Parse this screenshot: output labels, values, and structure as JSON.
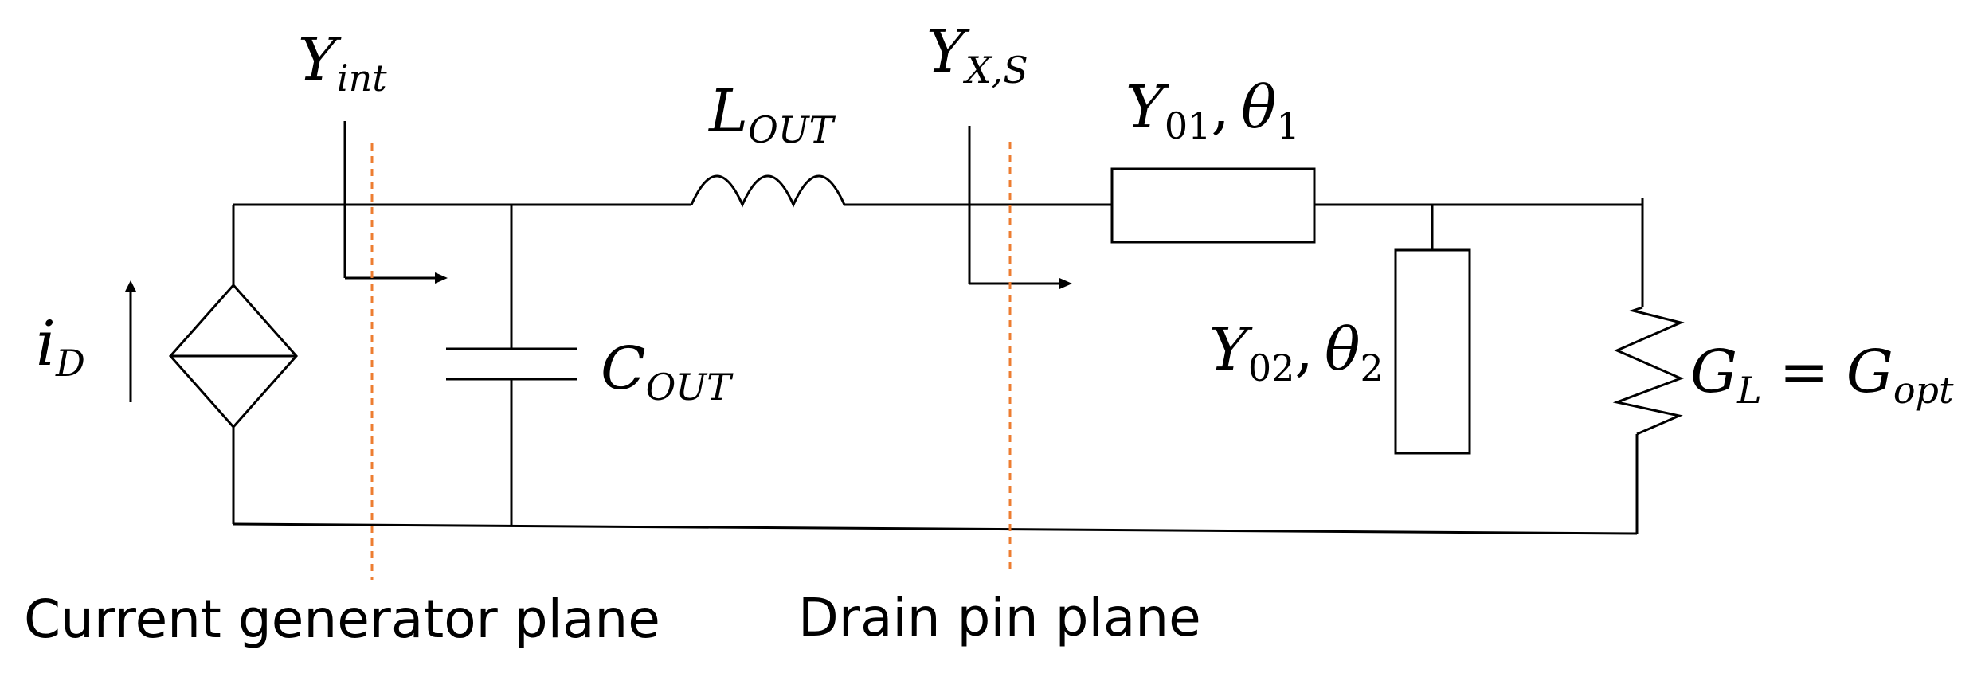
{
  "labels": {
    "y_int_main": "Y",
    "y_int_sub": "int",
    "l_out_main": "L",
    "l_out_sub": "OUT",
    "y_xs_main": "Y",
    "y_xs_sub": "X,S",
    "y01_main": "Y",
    "y01_sub": "01",
    "theta1_main": "θ",
    "theta1_sub": "1",
    "y02_main": "Y",
    "y02_sub": "02",
    "theta2_main": "θ",
    "theta2_sub": "2",
    "c_out_main": "C",
    "c_out_sub": "OUT",
    "i_d_main": "i",
    "i_d_sub": "D",
    "gl_main": "G",
    "gl_sub": "L",
    "equals": "=",
    "gopt_main": "G",
    "gopt_sub": "opt",
    "comma": ","
  },
  "captions": {
    "current_generator_plane": "Current generator plane",
    "drain_pin_plane": "Drain pin plane"
  },
  "colors": {
    "wire": "#000000",
    "reference_plane": "#ED7D31",
    "background": "#FFFFFF"
  }
}
